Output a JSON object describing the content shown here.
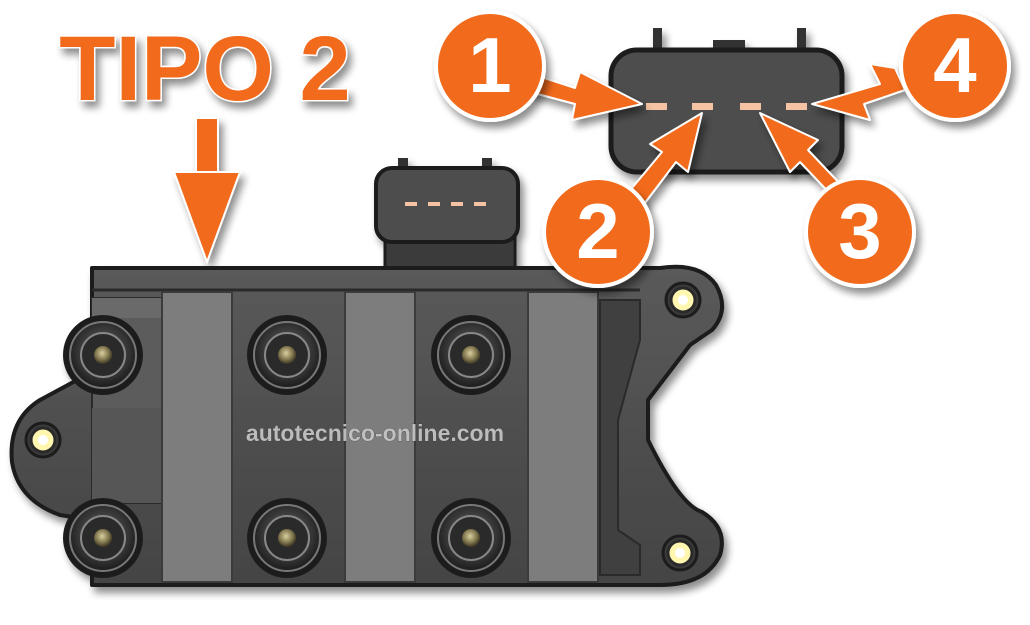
{
  "title": "TIPO 2",
  "watermark": "autotecnico-online.com",
  "callouts": [
    {
      "number": "1"
    },
    {
      "number": "2"
    },
    {
      "number": "3"
    },
    {
      "number": "4"
    }
  ],
  "colors": {
    "accent": "#f26a1b",
    "housing": "#4a4a4a",
    "housing_dark": "#262626",
    "strip": "#7d7d7d",
    "pin": "#f5c3a3",
    "mount_ring": "#fff6b0",
    "background": "#ffffff"
  },
  "icons": [
    "down-arrow-icon",
    "callout-arrow-icon",
    "coil-tower-icon",
    "mount-hole-icon",
    "connector-pin-icon"
  ]
}
